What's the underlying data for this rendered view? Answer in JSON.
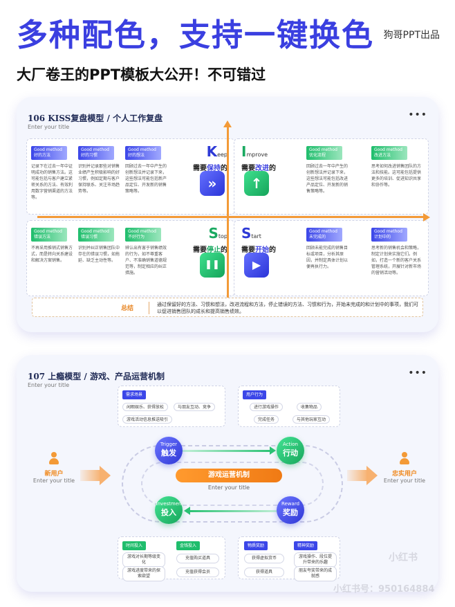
{
  "header": {
    "headline": "多种配色，支持一键换色",
    "brand": "狗哥PPT出品",
    "subhead": "大厂卷王的PPT模板大公开！不可错过"
  },
  "card1": {
    "title": "106 KISS复盘模型 / 个人工作复盘",
    "subtitle": "Enter your title",
    "menu": "•••",
    "keep": {
      "letter": "K",
      "word": "eep",
      "title_pre": "需要",
      "title_hl": "保持",
      "title_post": "的",
      "icon": "»",
      "cols": [
        {
          "tag": "Good method\n好的方法",
          "text": "记录下在过去一年中证明成功的销售方法。这可能包括与客户建立紧密关系的方法、有效利用数字营销渠道的方法等。"
        },
        {
          "tag": "Good method\n好的习惯",
          "text": "识别并记录那些对销售业绩产生积极影响的好习惯，例如定期与客户保持联系、关注市场趋势等。"
        },
        {
          "tag": "Good method\n好的想法",
          "text": "回顾过去一年中产生的创新想法并记录下来，这些想法可能包括新产品定位、开发新的销售策略等。"
        }
      ]
    },
    "improve": {
      "letter": "I",
      "word": "mprove",
      "title_pre": "需要",
      "title_hl": "改进",
      "title_post": "的",
      "icon": "↑",
      "cols": [
        {
          "tag": "Good method\n优化流程",
          "text": "回顾过去一年中产生的创新想法并记录下来，这些想法可能包括改进产品定位、开发新的销售策略等。"
        },
        {
          "tag": "Good method\n改进方法",
          "text": "思考如何改进销售团队的方法和技能。这可能包括提供更多的培训、促进知识共享和协作等。"
        }
      ]
    },
    "stop": {
      "letter": "S",
      "word": "top",
      "title_pre": "需要",
      "title_hl": "停止",
      "title_post": "的",
      "icon": "❚❚",
      "cols": [
        {
          "tag": "Good method\n错误方法",
          "text": "不再采用推销式销售方式，而是转向关系建设和解决方案销售。"
        },
        {
          "tag": "Good method\n错误习惯",
          "text": "识别并纠正销售团队中存在的错误习惯，如拖延、缺乏主动性等。"
        },
        {
          "tag": "Good method\n不好行为",
          "text": "辨认出有害于销售绩效的行为，如不尊重客户、不准确销售道德规范等，制定相应的纠正措施。"
        }
      ]
    },
    "start": {
      "letter": "S",
      "word": "tart",
      "title_pre": "需要",
      "title_hl": "开始",
      "title_post": "的",
      "icon": "▶",
      "cols": [
        {
          "tag": "Good method\n未完成的",
          "text": "回顾未能完成的销售目标或项目，分析其原因，并制定具体计划以便再执行力。"
        },
        {
          "tag": "Good method\n计划中的",
          "text": "思考新的销售机会和策略，制定计划来实施它们。例如，打造一个新的客户关系管理系统，开展针对新市场的营销活动等。"
        }
      ]
    },
    "summary": {
      "label": "总结",
      "text": "通过保留好的方法、习惯和想法，改进流程和方法，停止错误的方法、习惯和行为，开始未完成的和计划中的事项，我们可以促进销售团队的成长和提高销售绩效。"
    }
  },
  "card2": {
    "title": "107 上瘾模型 / 游戏、产品运营机制",
    "subtitle": "Enter your title",
    "menu": "•••",
    "needs": {
      "tag": "需求场景",
      "items": [
        "闲暇娱乐、获得放松",
        "与朋友互动、竞争",
        "游戏活动信息推送吸引"
      ]
    },
    "behavior": {
      "tag": "用户行为",
      "items": [
        "进行游戏操作",
        "收集物品",
        "完成任务",
        "与其他玩家互动"
      ]
    },
    "time": {
      "tag": "时间投入",
      "items": [
        "游戏对长期等级变化",
        "游戏进度带来的探索欲望"
      ]
    },
    "money": {
      "tag": "金钱投入",
      "items": [
        "充值购买道具",
        "充值获得会员"
      ]
    },
    "material": {
      "tag": "物质奖励",
      "items": [
        "获得虚拟货币",
        "获得道具"
      ]
    },
    "spirit": {
      "tag": "精神奖励",
      "items": [
        "游戏操作、段位提升带来的乐趣",
        "朋友夸奖带来的成就感"
      ]
    },
    "nodes": {
      "trigger": {
        "en": "Trigger",
        "cn": "触发"
      },
      "action": {
        "en": "Action",
        "cn": "行动"
      },
      "reward": {
        "en": "Reward",
        "cn": "奖励"
      },
      "invest": {
        "en": "Investmen",
        "cn": "投入"
      }
    },
    "center": {
      "title": "游戏运营机制",
      "sub": "Enter your title"
    },
    "left": {
      "title": "新用户",
      "sub": "Enter your title"
    },
    "right": {
      "title": "忠实用户",
      "sub": "Enter your title"
    },
    "watermark1": "小红书",
    "watermark2": "小红书号：9501648​84"
  },
  "colors": {
    "blue": "#3a3fe0",
    "green": "#1aa961",
    "orange": "#f39a37"
  }
}
